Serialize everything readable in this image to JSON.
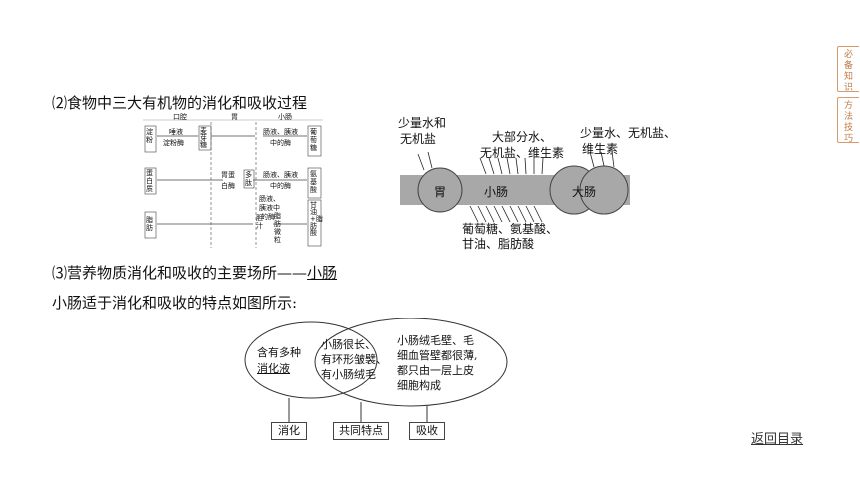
{
  "side_tabs": [
    {
      "label": "必备知识"
    },
    {
      "label": "方法技巧"
    }
  ],
  "section2": {
    "title": "⑵食物中三大有机物的消化和吸收过程"
  },
  "digest_chart": {
    "col_mouth": "口腔",
    "col_stomach": "胃",
    "col_intestine": "小肠",
    "starch": "淀粉",
    "saliva": "唾液",
    "saliva_enzyme": "淀粉酶",
    "maltose": "麦芽糖",
    "enz1": "肠液、胰液",
    "enz1b": "中的酶",
    "glucose": "葡萄糖",
    "protein": "蛋白质",
    "pepsin": "胃蛋",
    "pepsin2": "白酶",
    "peptide": "多肽",
    "enz2": "肠液、胰液",
    "enz2b": "中的酶",
    "amino": "氨基酸",
    "fat": "脂肪",
    "enz3": "肠液、",
    "enz3b": "胰液中",
    "enz3c": "的酶",
    "bile": "胆汁",
    "droplet": "脂肪微粒",
    "glycerol": "甘油+脂肪酸"
  },
  "absorb_diagram": {
    "top_left": "少量水和",
    "top_left2": "无机盐",
    "top_mid": "大部分水、",
    "top_mid2": "无机盐、维生素",
    "top_right": "少量水、无机盐、",
    "top_right2": "维生素",
    "stomach": "胃",
    "small_intestine": "小肠",
    "large_intestine": "大肠",
    "bottom1": "葡萄糖、氨基酸、",
    "bottom2": "甘油、脂肪酸"
  },
  "section3": {
    "prefix": "⑶营养物质消化和吸收的主要场所——",
    "answer": "小肠"
  },
  "feature_line": "小肠适于消化和吸收的特点如图所示:",
  "venn": {
    "left_text1": "含有多种",
    "left_text2": "消化液",
    "mid_text1": "小肠很长、",
    "mid_text2": "有环形皱襞、",
    "mid_text3": "有小肠绒毛",
    "right_text1": "小肠绒毛壁、毛",
    "right_text2": "细血管壁都很薄,",
    "right_text3": "都只由一层上皮",
    "right_text4": "细胞构成",
    "label_digest": "消化",
    "label_common": "共同特点",
    "label_absorb": "吸收"
  },
  "back_link": "返回目录"
}
